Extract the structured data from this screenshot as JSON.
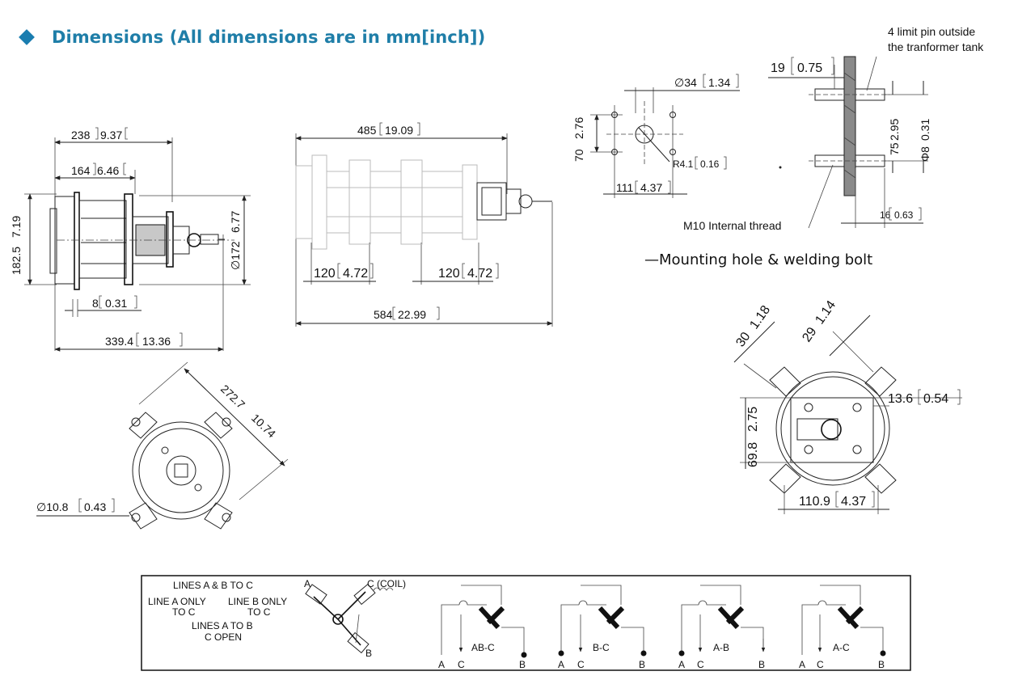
{
  "heading": {
    "title": "Dimensions (All dimensions are in mm[inch])",
    "accent_color": "#1f7ea8",
    "bullet_icon": "diamond-icon"
  },
  "side_view": {
    "d238": "238",
    "d238_in": "9.37",
    "d164": "164",
    "d164_in": "6.46",
    "d182": "182.5",
    "d182_in": "7.19",
    "d172": "∅172",
    "d172_in": "6.77",
    "d8": "8",
    "d8_in": "0.31",
    "d339": "339.4",
    "d339_in": "13.36"
  },
  "long_view": {
    "d485": "485",
    "d485_in": "19.09",
    "d120a": "120",
    "d120a_in": "4.72",
    "d120b": "120",
    "d120b_in": "4.72",
    "d584": "584",
    "d584_in": "22.99"
  },
  "hole_pattern": {
    "d34": "∅34",
    "d34_in": "1.34",
    "d70": "70",
    "d70_in": "2.76",
    "r41": "R4.1",
    "r41_in": "0.16",
    "d111": "111",
    "d111_in": "4.37"
  },
  "tank_section": {
    "note_line1": "4 limit pin outside",
    "note_line2": "the tranformer tank",
    "d19": "19",
    "d19_in": "0.75",
    "d75": "75",
    "d75_in": "2.95",
    "d8": "Φ8",
    "d8_in": "0.31",
    "d16": "16",
    "d16_in": "0.63",
    "thread_label": "M10 Internal thread"
  },
  "mounting_caption": "—Mounting hole & welding bolt",
  "flange_view": {
    "d272": "272.7",
    "d272_in": "10.74",
    "d108": "∅10.8",
    "d108_in": "0.43"
  },
  "mount_view": {
    "d30": "30",
    "d30_in": "1.18",
    "d29": "29",
    "d29_in": "1.14",
    "d136": "13.6",
    "d136_in": "0.54",
    "d698": "69.8",
    "d698_in": "2.75",
    "d1109": "110.9",
    "d1109_in": "4.37"
  },
  "schematic": {
    "line1": "LINES A & B TO C",
    "line2a": "LINE A ONLY",
    "line2b": "TO C",
    "line3a": "LINE B ONLY",
    "line3b": "TO C",
    "line4a": "LINES A TO B",
    "line4b": "C OPEN",
    "coil_a": "A",
    "coil_c": "C (COIL)",
    "coil_b": "B",
    "diagrams": [
      {
        "label": "AB-C",
        "a": "A",
        "c": "C",
        "b": "B"
      },
      {
        "label": "B-C",
        "a": "A",
        "c": "C",
        "b": "B"
      },
      {
        "label": "A-B",
        "a": "A",
        "c": "C",
        "b": "B"
      },
      {
        "label": "A-C",
        "a": "A",
        "c": "C",
        "b": "B"
      }
    ]
  }
}
